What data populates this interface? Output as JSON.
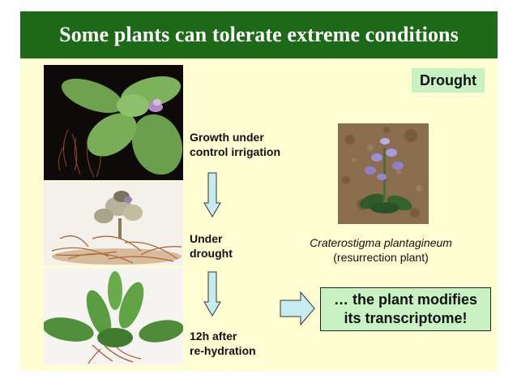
{
  "slide": {
    "title": "Some plants can tolerate extreme conditions",
    "badge": "Drought",
    "steps": [
      {
        "line1": "Growth under",
        "line2": "control irrigation"
      },
      {
        "line1": "Under",
        "line2": "drought"
      },
      {
        "line1": "12h after",
        "line2": "re-hydration"
      }
    ],
    "species": {
      "scientific_name": "Craterostigma plantagineum",
      "common_name": "(resurrection plant)"
    },
    "result": {
      "line1": "… the plant modifies",
      "line2": "its transcriptome!"
    }
  },
  "colors": {
    "title_bar": "#1c6a17",
    "slide_background": "#fefed2",
    "highlight_box": "#c8f2c2",
    "arrow_fill": "#c7ecf0"
  },
  "icons": {
    "down_arrow": "down-arrow-icon",
    "right_arrow": "right-arrow-icon"
  }
}
